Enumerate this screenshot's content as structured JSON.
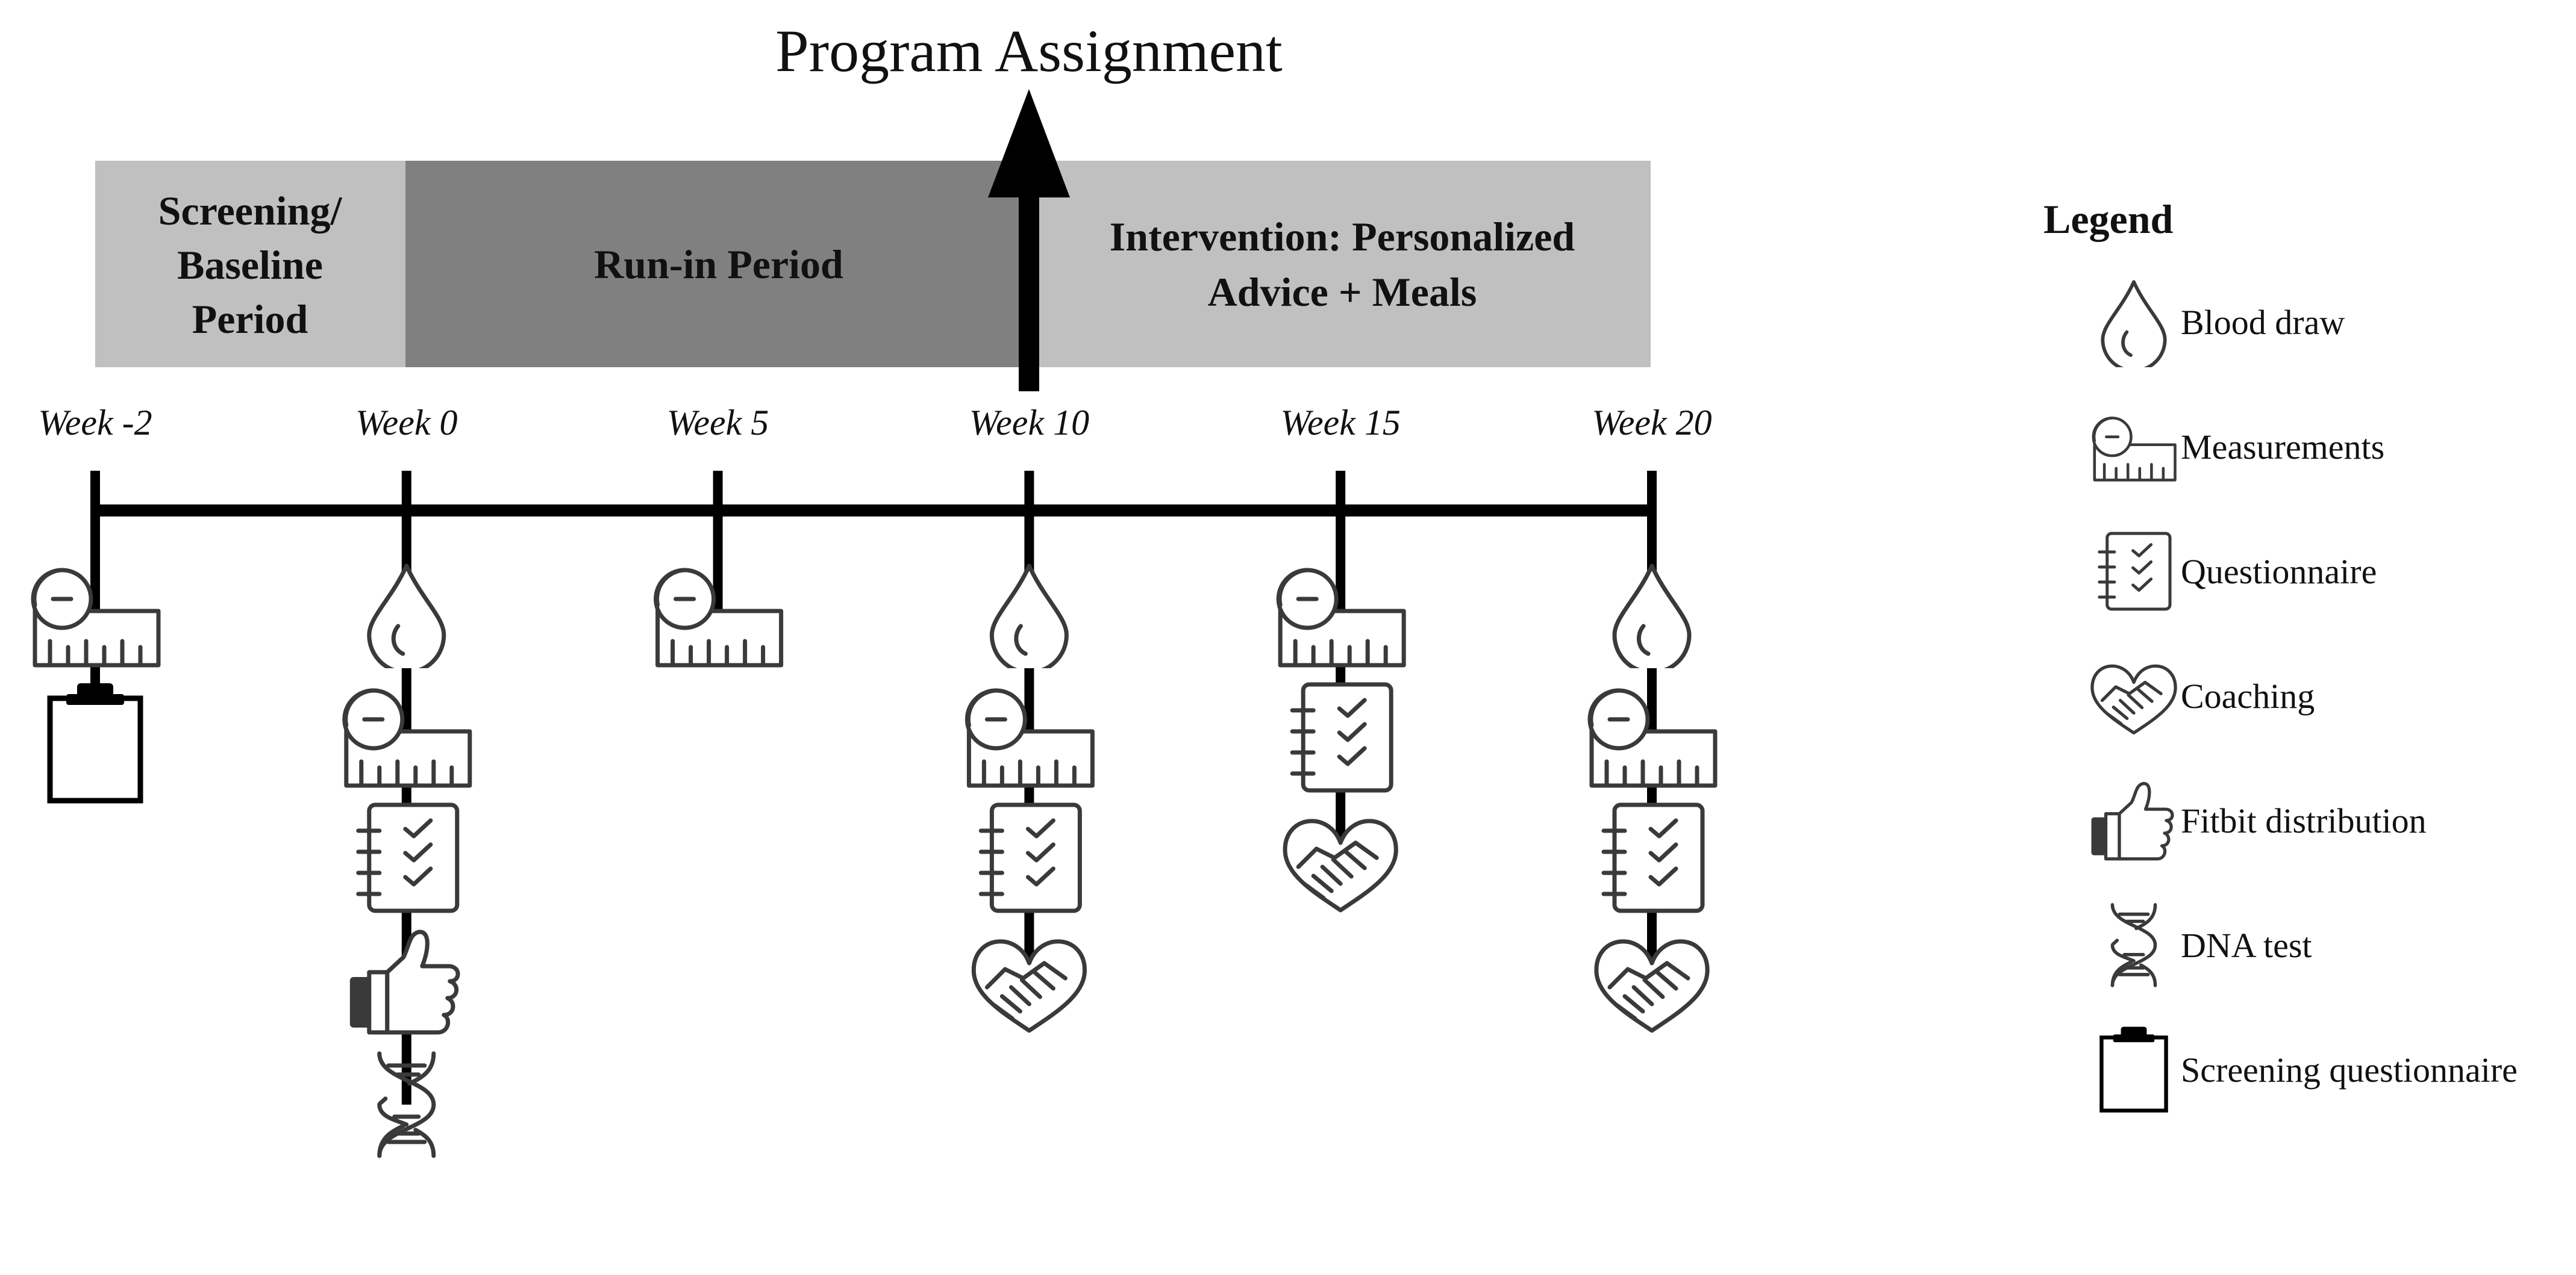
{
  "title": "Program Assignment",
  "phases": [
    {
      "id": "screening",
      "lines": [
        "Screening/",
        "Baseline",
        "Period"
      ],
      "color": "#c0c0c0"
    },
    {
      "id": "runin",
      "lines": [
        "Run-in Period"
      ],
      "color": "#808080"
    },
    {
      "id": "intervention",
      "lines": [
        "Intervention: Personalized",
        "Advice + Meals"
      ],
      "color": "#c0c0c0"
    }
  ],
  "weeks": [
    {
      "label": "Week -2",
      "icons": [
        "measurements-icon",
        "screening-questionnaire-icon"
      ]
    },
    {
      "label": "Week 0",
      "icons": [
        "blood-draw-icon",
        "measurements-icon",
        "questionnaire-icon",
        "fitbit-icon",
        "dna-icon"
      ]
    },
    {
      "label": "Week 5",
      "icons": [
        "measurements-icon"
      ]
    },
    {
      "label": "Week 10",
      "icons": [
        "blood-draw-icon",
        "measurements-icon",
        "questionnaire-icon",
        "coaching-icon"
      ]
    },
    {
      "label": "Week 15",
      "icons": [
        "measurements-icon",
        "questionnaire-icon",
        "coaching-icon"
      ]
    },
    {
      "label": "Week 20",
      "icons": [
        "blood-draw-icon",
        "measurements-icon",
        "questionnaire-icon",
        "coaching-icon"
      ]
    }
  ],
  "legend": {
    "title": "Legend",
    "items": [
      {
        "icon": "blood-draw-icon",
        "label": "Blood draw"
      },
      {
        "icon": "measurements-icon",
        "label": "Measurements"
      },
      {
        "icon": "questionnaire-icon",
        "label": "Questionnaire"
      },
      {
        "icon": "coaching-icon",
        "label": "Coaching"
      },
      {
        "icon": "fitbit-icon",
        "label": "Fitbit distribution"
      },
      {
        "icon": "dna-icon",
        "label": "DNA test"
      },
      {
        "icon": "screening-questionnaire-icon",
        "label": "Screening questionnaire"
      }
    ]
  }
}
